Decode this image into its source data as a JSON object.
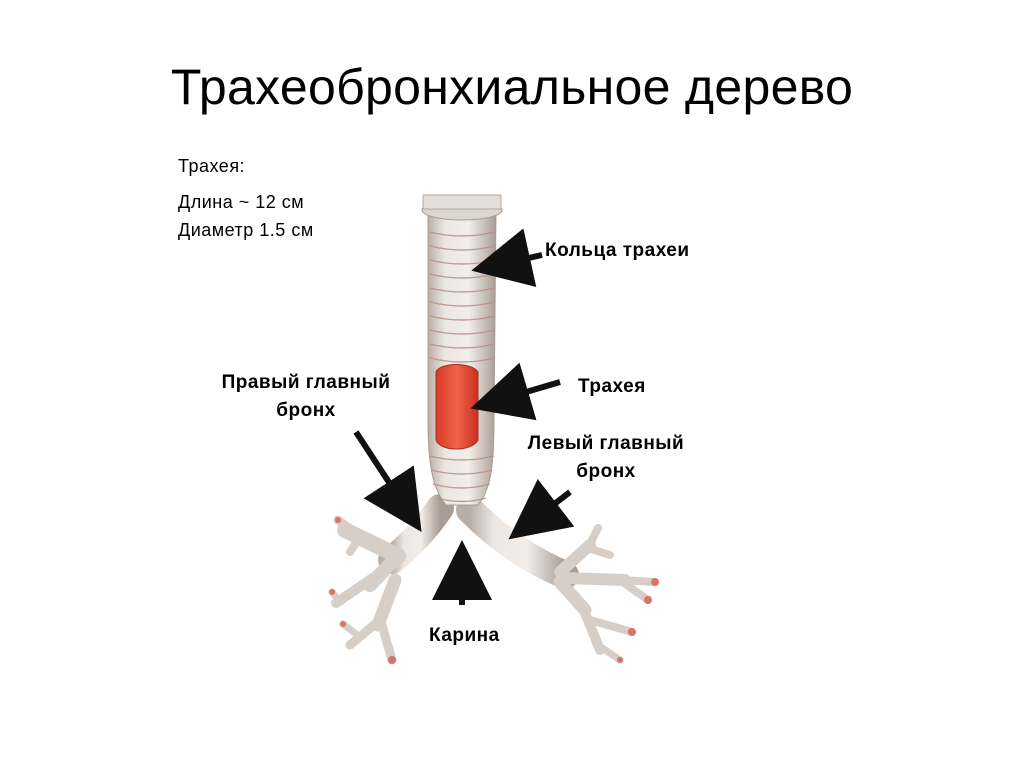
{
  "slide": {
    "title": "Трахеобронхиальное дерево"
  },
  "info": {
    "heading": "Трахея:",
    "length": "Длина ~ 12 см",
    "diameter": "Диаметр 1.5 см"
  },
  "labels": {
    "rings": "Кольца трахеи",
    "right_bronchus_line1": "Правый главный",
    "right_bronchus_line2": "бронх",
    "trachea": "Трахея",
    "left_bronchus_line1": "Левый главный",
    "left_bronchus_line2": "бронх",
    "carina": "Карина"
  },
  "colors": {
    "tissue": "#e8e2dc",
    "tissue_shadow": "#b9aea6",
    "ring_line": "#b98e82",
    "opening": "#e5442e",
    "tips": "#d9726a",
    "arrow": "#111111"
  }
}
